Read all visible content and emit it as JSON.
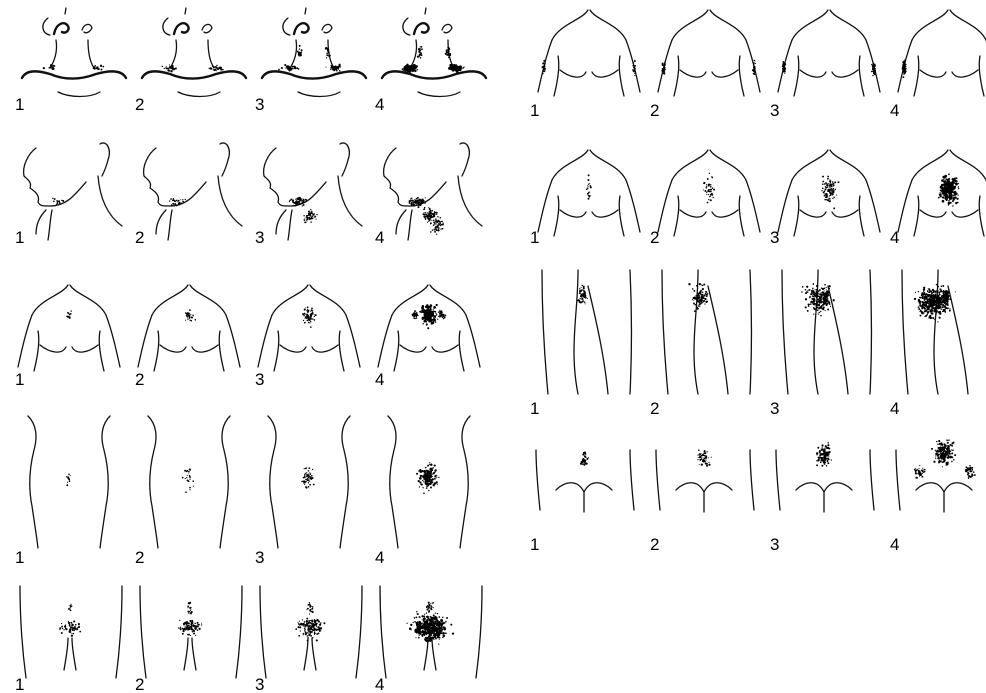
{
  "figure": {
    "rows": [
      {
        "key": "upper-lip",
        "labels": [
          "1",
          "2",
          "3",
          "4"
        ],
        "grades": [
          1,
          2,
          3,
          4
        ]
      },
      {
        "key": "chin",
        "labels": [
          "1",
          "2",
          "3",
          "4"
        ],
        "grades": [
          1,
          2,
          3,
          4
        ]
      },
      {
        "key": "chest",
        "labels": [
          "1",
          "2",
          "3",
          "4"
        ],
        "grades": [
          1,
          2,
          3,
          4
        ]
      },
      {
        "key": "upper-abdomen",
        "labels": [
          "1",
          "2",
          "3",
          "4"
        ],
        "grades": [
          1,
          2,
          3,
          4
        ]
      },
      {
        "key": "lower-abdomen",
        "labels": [
          "1",
          "2",
          "3",
          "4"
        ],
        "grades": [
          1,
          2,
          3,
          4
        ]
      },
      {
        "key": "upper-arm",
        "labels": [
          "1",
          "2",
          "3",
          "4"
        ],
        "grades": [
          1,
          2,
          3,
          4
        ]
      },
      {
        "key": "upper-back",
        "labels": [
          "1",
          "2",
          "3",
          "4"
        ],
        "grades": [
          1,
          2,
          3,
          4
        ]
      },
      {
        "key": "thigh",
        "labels": [
          "1",
          "2",
          "3",
          "4"
        ],
        "grades": [
          1,
          2,
          3,
          4
        ]
      },
      {
        "key": "lower-back",
        "labels": [
          "1",
          "2",
          "3",
          "4"
        ],
        "grades": [
          1,
          2,
          3,
          4
        ]
      }
    ]
  }
}
